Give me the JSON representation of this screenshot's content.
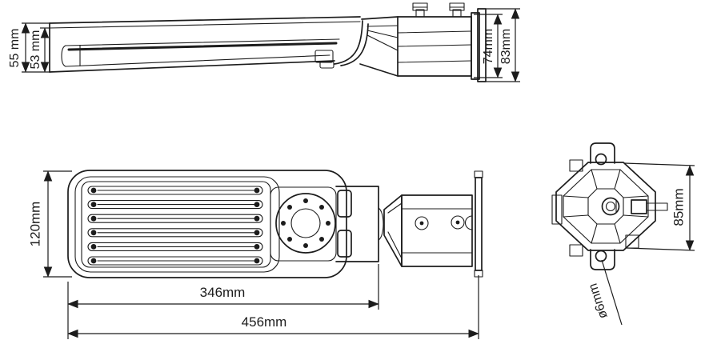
{
  "drawing": {
    "background_color": "#ffffff",
    "line_color": "#1c1c1c",
    "views": {
      "side": "side-elevation-view",
      "plan": "top-plan-view",
      "end": "bracket-end-view"
    }
  },
  "dimensions": {
    "side": {
      "overall_height": "55 mm",
      "housing_height": "53 mm",
      "bracket_body_height": "74mm",
      "bracket_plate_height": "83mm"
    },
    "plan": {
      "head_width": "120mm",
      "head_length": "346mm",
      "overall_length": "456mm"
    },
    "end": {
      "bracket_height": "85mm",
      "mount_hole_diameter": "ø6mm"
    }
  }
}
